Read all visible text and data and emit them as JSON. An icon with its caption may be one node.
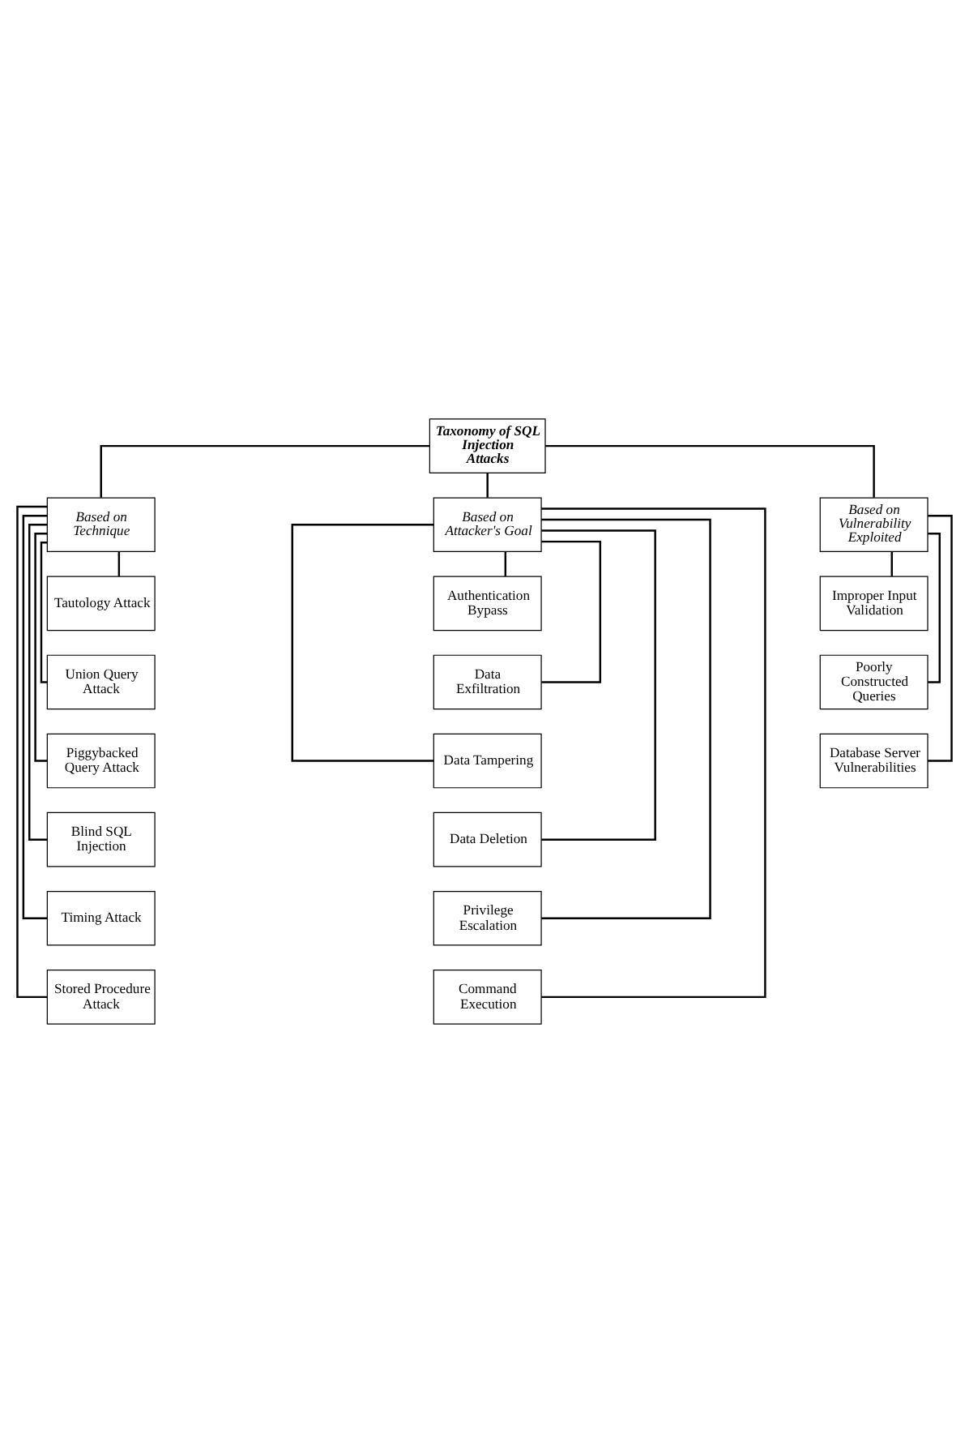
{
  "diagram": {
    "nodes": [
      {
        "text": [
          "Taxonomy of SQL Injection Attacks"
        ]
      },
      {
        "text": [
          "Based on Technique"
        ]
      },
      {
        "text": [
          "Based on Attacker's Goal"
        ]
      },
      {
        "text": [
          "Based on Vulnerability Exploited"
        ]
      },
      {
        "text": [
          "Tautology Attack"
        ]
      },
      {
        "text": [
          "Union Query Attack"
        ]
      },
      {
        "text": [
          "Piggybacked Query Attack"
        ]
      },
      {
        "text": [
          "Blind SQL Injection"
        ]
      },
      {
        "text": [
          "Timing Attack"
        ]
      },
      {
        "text": [
          "Stored Procedure Attack"
        ]
      },
      {
        "text": [
          "Authentication Bypass"
        ]
      },
      {
        "text": [
          "Data Exfiltration"
        ]
      },
      {
        "text": [
          "Data Tampering"
        ]
      },
      {
        "text": [
          "Data Deletion"
        ]
      },
      {
        "text": [
          "Privilege Escalation"
        ]
      },
      {
        "text": [
          "Command Execution"
        ]
      },
      {
        "text": [
          "Improper Input Validation"
        ]
      },
      {
        "text": [
          "Poorly Constructed Queries"
        ]
      },
      {
        "text": [
          "Database Server Vulnerabilities"
        ]
      }
    ],
    "edges": [
      {
        "from": 0,
        "to": 1,
        "arrow": "none"
      },
      {
        "from": 0,
        "to": 2,
        "arrow": "none"
      },
      {
        "from": 0,
        "to": 3,
        "arrow": "none"
      },
      {
        "from": 1,
        "to": 4,
        "arrow": "none"
      },
      {
        "from": 1,
        "to": 5,
        "arrow": "none"
      },
      {
        "from": 1,
        "to": 6,
        "arrow": "none"
      },
      {
        "from": 1,
        "to": 7,
        "arrow": "none"
      },
      {
        "from": 1,
        "to": 8,
        "arrow": "none"
      },
      {
        "from": 1,
        "to": 9,
        "arrow": "none"
      },
      {
        "from": 2,
        "to": 10,
        "arrow": "none"
      },
      {
        "from": 2,
        "to": 11,
        "arrow": "none"
      },
      {
        "from": 2,
        "to": 12,
        "arrow": "none"
      },
      {
        "from": 2,
        "to": 13,
        "arrow": "none"
      },
      {
        "from": 2,
        "to": 14,
        "arrow": "none"
      },
      {
        "from": 2,
        "to": 15,
        "arrow": "none"
      },
      {
        "from": 3,
        "to": 16,
        "arrow": "none"
      },
      {
        "from": 3,
        "to": 17,
        "arrow": "none"
      },
      {
        "from": 3,
        "to": 18,
        "arrow": "none"
      }
    ]
  }
}
